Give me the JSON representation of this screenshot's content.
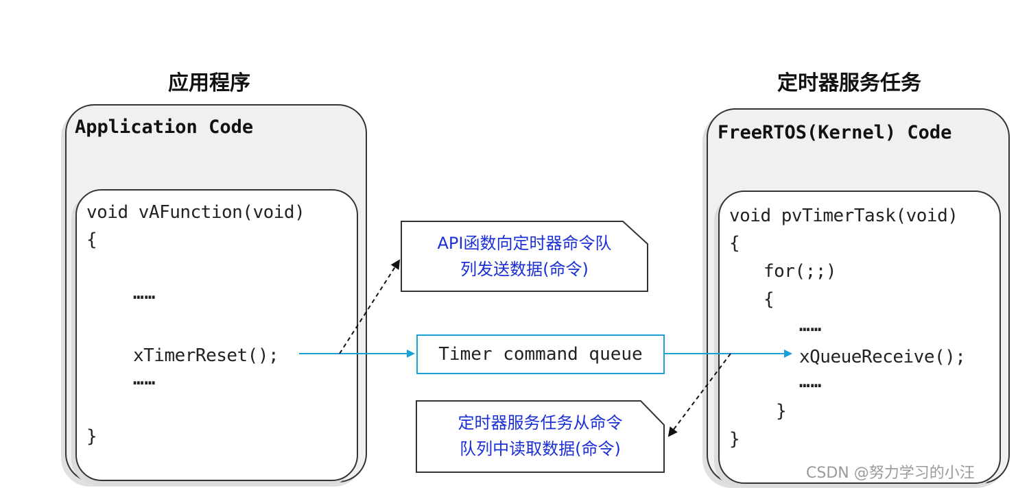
{
  "left": {
    "heading": "应用程序",
    "box_title": "Application Code",
    "code": [
      "void vAFunction(void)",
      "{",
      "……",
      "xTimerReset();",
      "……",
      "}"
    ]
  },
  "right": {
    "heading": "定时器服务任务",
    "box_title": "FreeRTOS(Kernel) Code",
    "code": [
      "void pvTimerTask(void)",
      "{",
      "for(;;)",
      "{",
      "……",
      "xQueueReceive();",
      "……",
      "}",
      "}"
    ]
  },
  "queue_label": "Timer command queue",
  "notes": {
    "send": [
      "API函数向定时器命令队",
      "列发送数据(命令)"
    ],
    "receive": [
      "定时器服务任务从命令",
      "队列中读取数据(命令)"
    ]
  },
  "watermark": "CSDN @努力学习的小汪",
  "colors": {
    "note_text": "#1b2fd6",
    "arrow": "#1aa0d8",
    "queue_border": "#1aa0d8"
  }
}
